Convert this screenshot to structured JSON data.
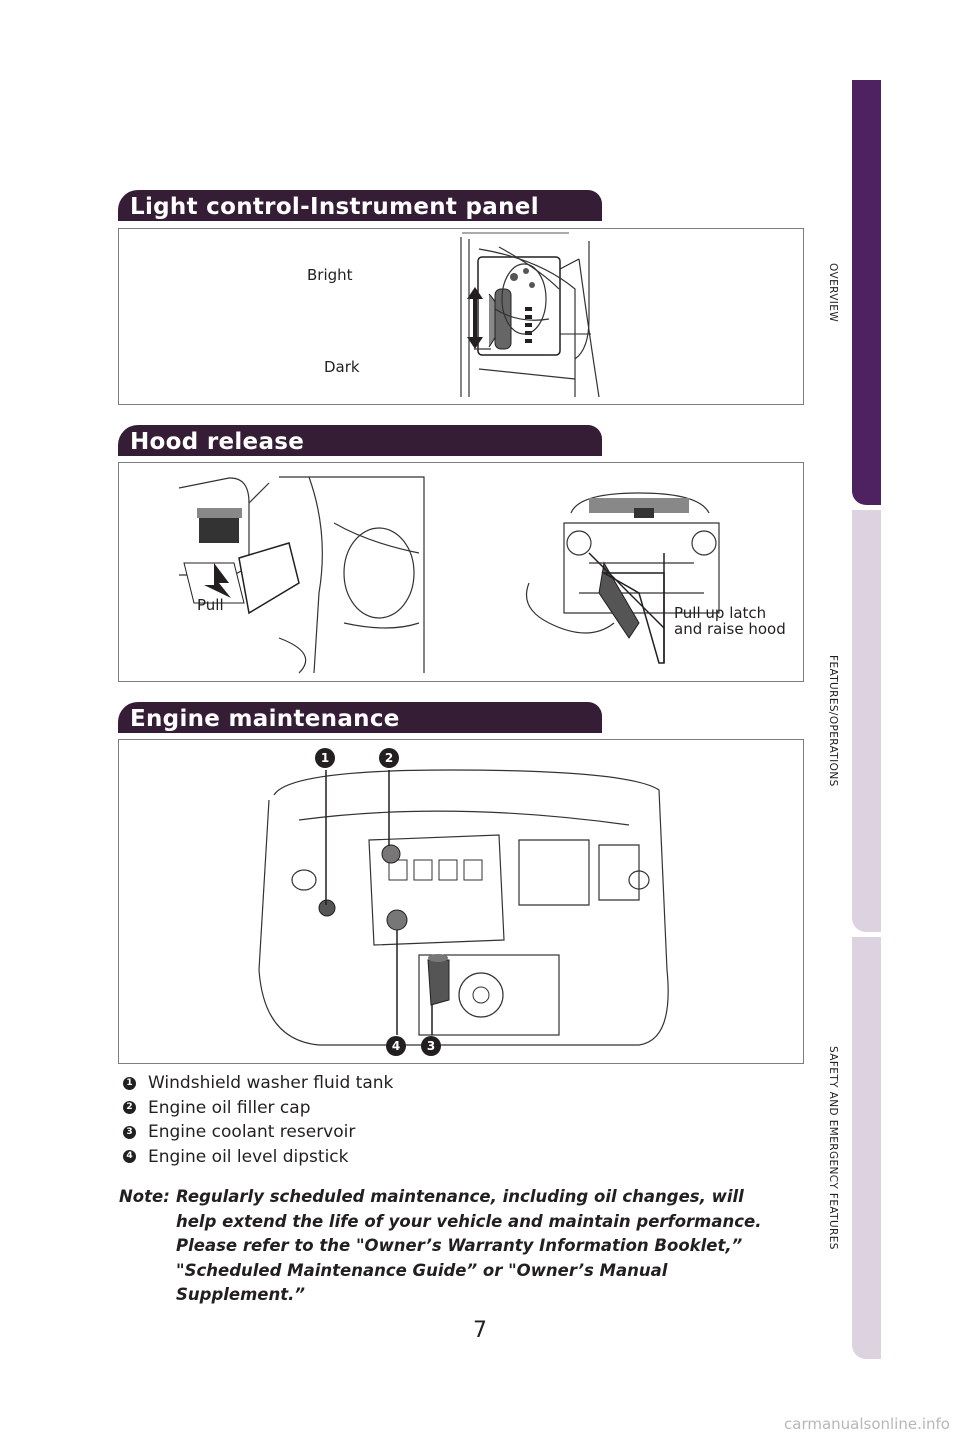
{
  "sections": {
    "light_control": {
      "title": "Light control-Instrument panel",
      "label_bright": "Bright",
      "label_dark": "Dark"
    },
    "hood_release": {
      "title": "Hood release",
      "label_pull": "Pull",
      "label_latch_1": "Pull up latch",
      "label_latch_2": "and raise hood"
    },
    "engine": {
      "title": "Engine maintenance",
      "items": [
        {
          "num": "1",
          "label": "Windshield washer fluid tank"
        },
        {
          "num": "2",
          "label": "Engine oil filler cap"
        },
        {
          "num": "3",
          "label": "Engine coolant reservoir"
        },
        {
          "num": "4",
          "label": "Engine oil level dipstick"
        }
      ]
    }
  },
  "note": {
    "prefix": "Note:",
    "lines": [
      "Regularly scheduled maintenance, including oil changes, will",
      "help extend the life of your vehicle and maintain performance.",
      "Please refer to the \"Owner’s Warranty Information Booklet,”",
      "\"Scheduled Maintenance Guide” or \"Owner’s Manual",
      "Supplement.”"
    ]
  },
  "side_tabs": [
    "OVERVIEW",
    "FEATURES/OPERATIONS",
    "SAFETY AND EMERGENCY FEATURES"
  ],
  "page_number": "7",
  "footer": "carmanualsonline.info"
}
